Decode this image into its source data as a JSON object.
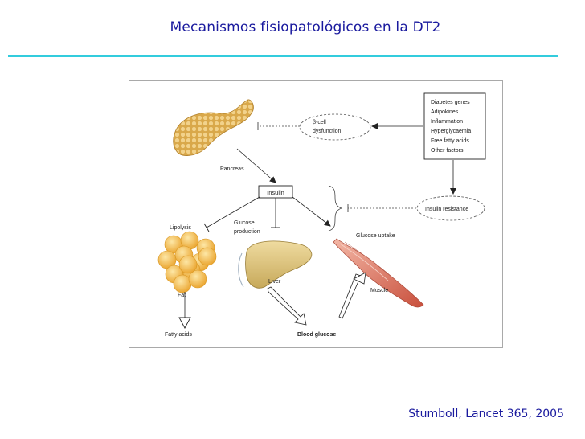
{
  "title": "Mecanismos fisiopatológicos en la DT2",
  "citation": "Stumboll, Lancet 365, 2005",
  "diagram": {
    "factors": [
      "Diabetes genes",
      "Adipokines",
      "Inflammation",
      "Hyperglycaemia",
      "Free fatty acids",
      "Other factors"
    ],
    "beta_cell_line1": "β-cell",
    "beta_cell_line2": "dysfunction",
    "insulin_resistance": "Insulin resistance",
    "insulin": "Insulin",
    "pancreas": "Pancreas",
    "lipolysis": "Lipolysis",
    "glucose_production_line1": "Glucose",
    "glucose_production_line2": "production",
    "glucose_uptake": "Glucose uptake",
    "fat": "Fat",
    "liver": "Liver",
    "muscle": "Muscle",
    "fatty_acids": "Fatty acids",
    "blood_glucose": "Blood glucose"
  },
  "colors": {
    "title": "#1a1a9e",
    "rule": "#33ccdd",
    "fat": "#f5c04a",
    "liver": "#d9c27a",
    "muscle": "#e08a7c",
    "pancreas": "#e8c070"
  }
}
